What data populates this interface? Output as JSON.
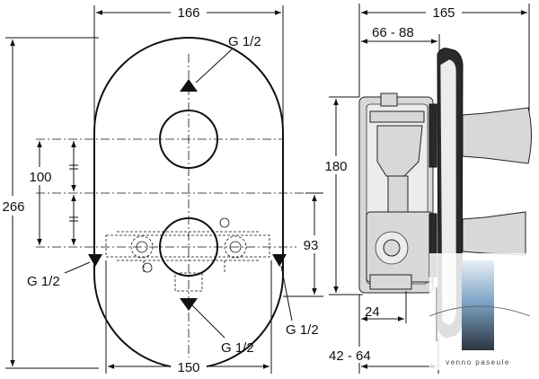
{
  "dimensions": {
    "plate_width": "166",
    "plate_height": "266",
    "spacing": "100",
    "lower_offset": "93",
    "plate_inner_width": "150",
    "side_depth": "165",
    "depth_range": "66 - 88",
    "side_height": "180",
    "side_small": "24",
    "side_bottom_range": "42 - 64"
  },
  "connections": {
    "top": "G 1/2",
    "left": "G 1/2",
    "right": "G 1/2",
    "bottom": "G 1/2"
  },
  "logo": {
    "text": "venno paseule"
  },
  "colors": {
    "line": "#111111",
    "part_fill": "#d8d8d8",
    "dark_fill": "#2a2a2a",
    "logo_gradient_top": "#e8eef4",
    "logo_gradient_mid": "#7fa6c8",
    "logo_gradient_bottom": "#2c3540"
  }
}
